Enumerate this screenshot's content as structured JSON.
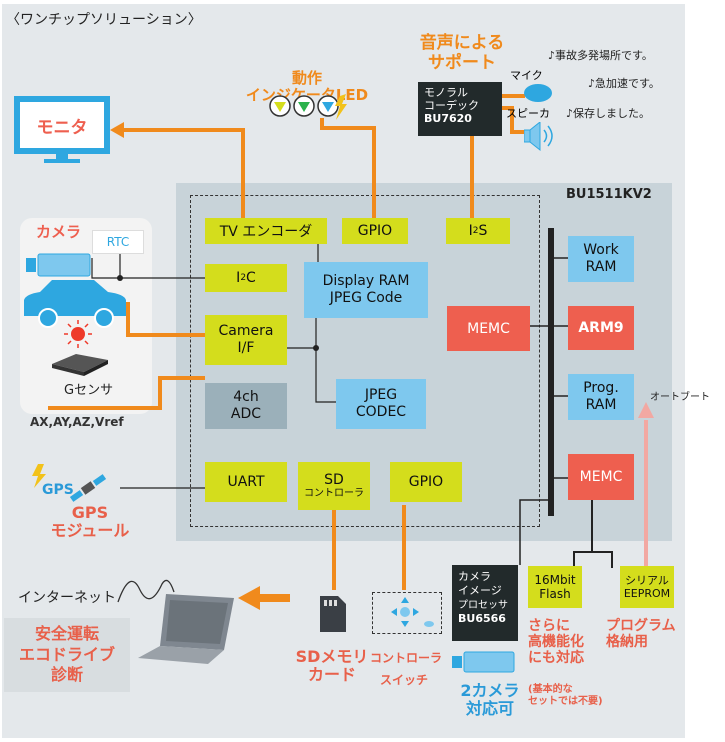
{
  "heading": "〈ワンチップソリューション〉",
  "chip_name": "BU1511KV2",
  "left_panel": {
    "camera": "カメラ",
    "rtc": "RTC",
    "gsensor": "Gセンサ",
    "axes": "AX,AY,AZ,Vref"
  },
  "blocks": {
    "tv_encoder": "TV エンコーダ",
    "gpio_top": "GPIO",
    "i2s_prefix": "I",
    "i2s_sup": "2",
    "i2s_suffix": "S",
    "i2c_prefix": "I",
    "i2c_sup": "2",
    "i2c_suffix": "C",
    "display_ram": "Display RAM\nJPEG Code",
    "camera_if": "Camera\nI/F",
    "adc": "4ch\nADC",
    "jpeg_codec": "JPEG\nCODEC",
    "memc_left": "MEMC",
    "work_ram": "Work\nRAM",
    "arm9": "ARM9",
    "prog_ram": "Prog.\nRAM",
    "memc_right": "MEMC",
    "uart": "UART",
    "sd_ctrl_top": "SD",
    "sd_ctrl_bottom": "コントローラ",
    "gpio_bottom": "GPIO"
  },
  "monitor": "モニタ",
  "led_label": "動作\nインジケータLED",
  "audio": {
    "title": "音声による\nサポート",
    "codec_line1": "モノラル",
    "codec_line2": "コーデック",
    "codec_part": "BU7620",
    "mic": "マイク",
    "speaker": "スピーカ",
    "msg1": "♪事故多発場所です。",
    "msg2": "♪急加速です。",
    "msg3": "♪保存しました。"
  },
  "autoboot": "オートブート",
  "gps": {
    "tag": "GPS",
    "label": "GPS\nモジュール"
  },
  "internet": "インターネット",
  "diagnosis": "安全運転\nエコドライブ\n診断",
  "sd_card": "SDメモリ\nカード",
  "ctrl_switch_top": "コントローラ",
  "ctrl_switch_bottom": "スイッチ",
  "isp": {
    "line1": "カメラ",
    "line2": "イメージ",
    "line3": "プロセッサ",
    "part": "BU6566"
  },
  "flash": "16Mbit\nFlash",
  "eeprom": "シリアル\nEEPROM",
  "high_perf": "さらに\n高機能化\nにも対応",
  "high_perf_note": "(基本的な\nセットでは不要)",
  "program_store": "プログラム\n格納用",
  "dual_camera": "2カメラ\n対応可",
  "colors": {
    "yellow": "#d4dd1c",
    "blue": "#7ec8ee",
    "red": "#ee5f4f",
    "orange": "#f08a1c",
    "pink": "#e8604a",
    "chip_bg": "#c8d3d9"
  }
}
